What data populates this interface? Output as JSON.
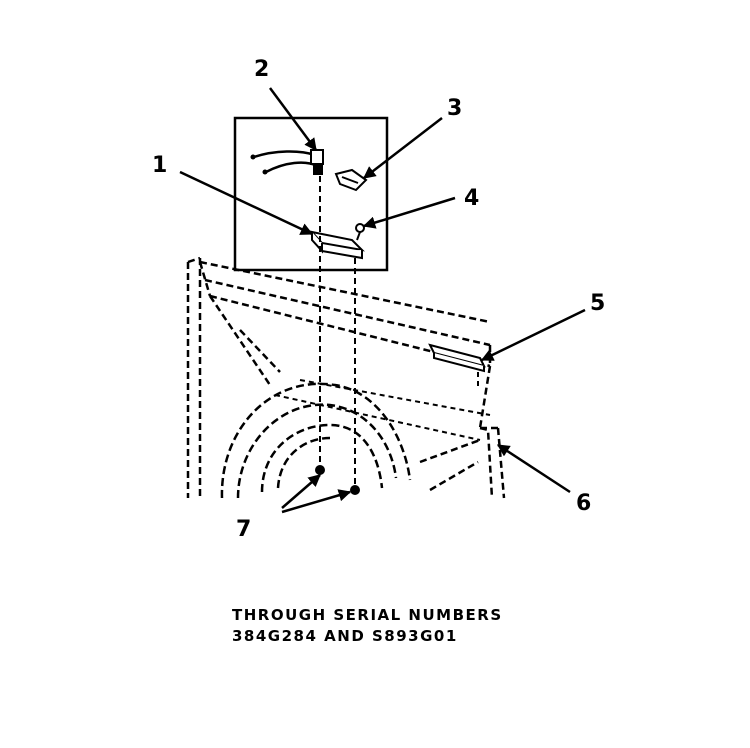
{
  "callouts": {
    "c1": "1",
    "c2": "2",
    "c3": "3",
    "c4": "4",
    "c5": "5",
    "c6": "6",
    "c7": "7"
  },
  "caption": {
    "line1": "THROUGH SERIAL NUMBERS",
    "line2": "384G284 AND S893G01"
  },
  "colors": {
    "ink": "#000000",
    "background": "#ffffff"
  }
}
